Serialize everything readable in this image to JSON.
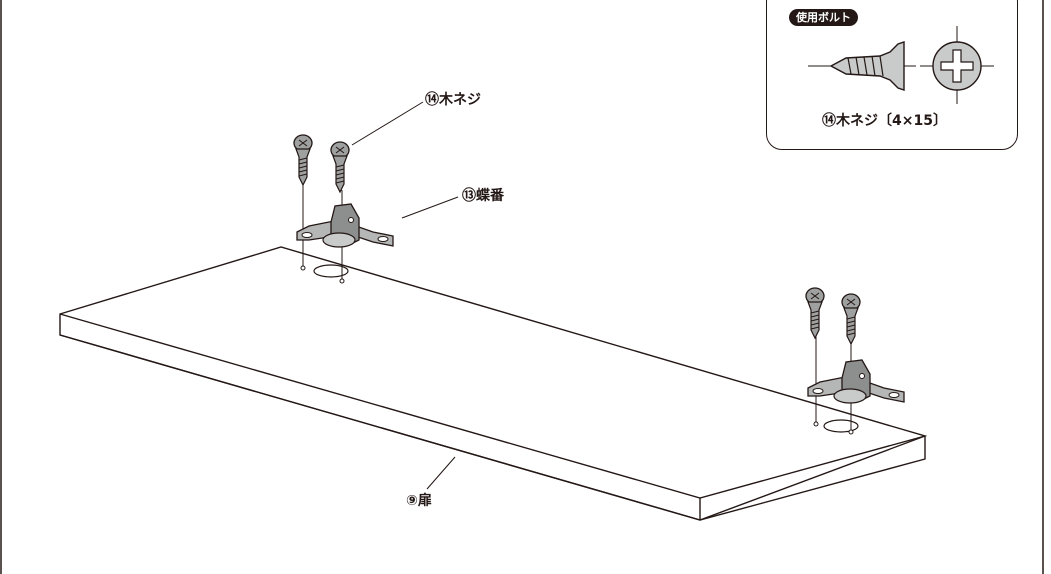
{
  "labels": {
    "screw": "⑭木ネジ",
    "hinge": "⑬蝶番",
    "door": "⑨扉"
  },
  "legend": {
    "badge": "使用ボルト",
    "caption": "⑭木ネジ〔4×15〕"
  },
  "icons": {
    "screw_side": "wood-screw-side-view-icon",
    "screw_head": "phillips-head-icon"
  },
  "colors": {
    "line": "#231815",
    "screw_fill": "#9fa0a0",
    "hinge_fill": "#9fa0a0",
    "panel_fill": "#ffffff"
  }
}
